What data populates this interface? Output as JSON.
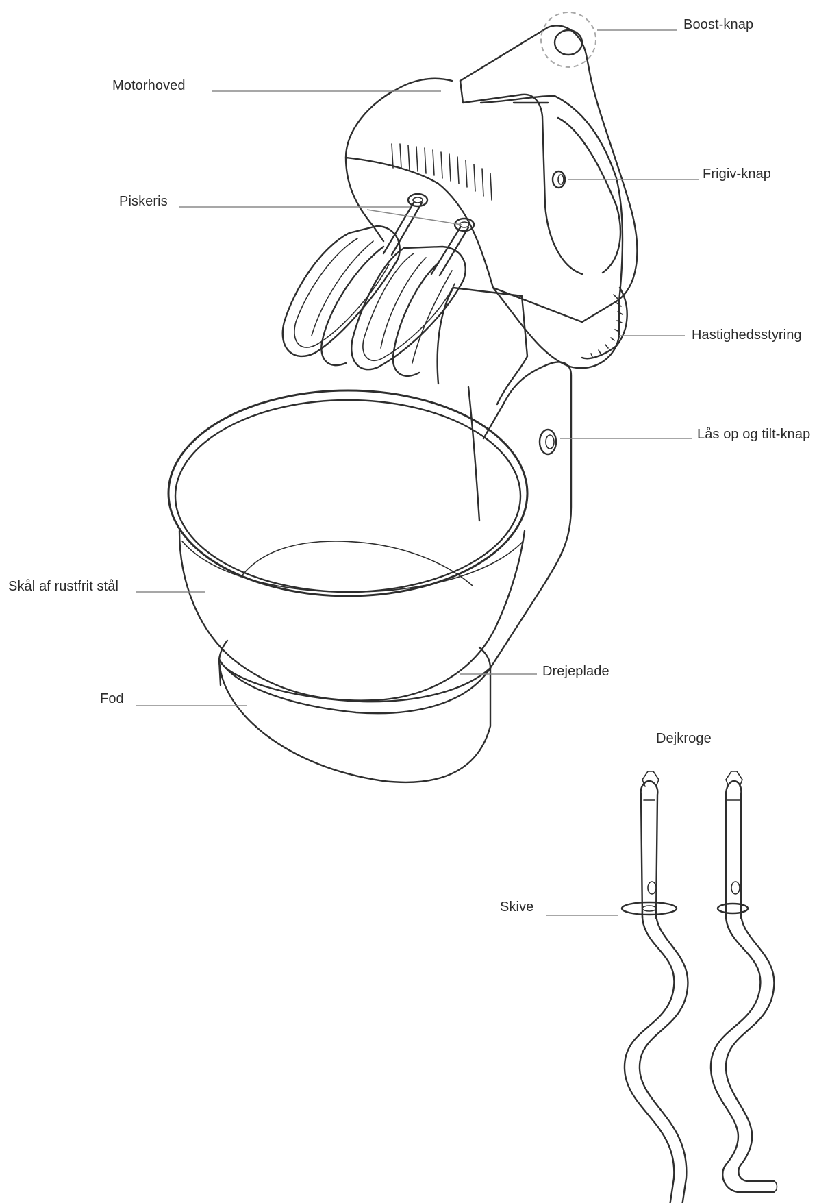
{
  "labels": {
    "boost": "Boost-knap",
    "motorhead": "Motorhoved",
    "release": "Frigiv-knap",
    "whisks": "Piskeris",
    "speed": "Hastighedsstyring",
    "unlock_tilt": "Lås op og tilt-knap",
    "bowl": "Skål af rustfrit stål",
    "turntable": "Drejeplade",
    "base": "Fod",
    "dough_hooks": "Dejkroge",
    "disc": "Skive"
  },
  "colors": {
    "line": "#2e2e2e",
    "leader": "#8a8a8a",
    "background": "#ffffff"
  }
}
